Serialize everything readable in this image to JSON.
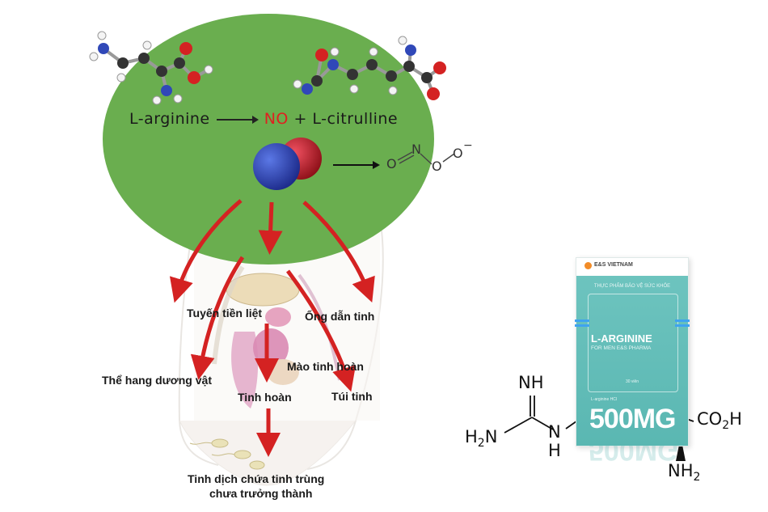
{
  "equation": {
    "left": "L-arginine",
    "middle": "NO",
    "plus": "+",
    "right": "L-citrulline"
  },
  "nitrite": {
    "o1": "O",
    "n": "N",
    "o2": "O",
    "o3": "O",
    "charge": "−"
  },
  "labels": {
    "prostate": "Tuyến tiền liệt",
    "vas_deferens": "Ống dẫn tinh",
    "corpus": "Thể hang dương vật",
    "epididymis": "Mào tinh hoàn",
    "testis": "Tinh hoàn",
    "seminal_vesicle": "Túi tinh",
    "semen_line1": "Tinh dịch chứa tinh trùng",
    "semen_line2": "chưa trưởng thành"
  },
  "structure": {
    "nh": "NH",
    "h2n": "H",
    "h2n_sub": "2",
    "h2n_n": "N",
    "n": "N",
    "h": "H",
    "co2h": "CO",
    "co2h_sub": "2",
    "co2h_h": "H",
    "nh2": "NH",
    "nh2_sub": "2"
  },
  "product": {
    "brand": "E&S VIETNAM",
    "subtitle": "THỰC PHẨM BẢO VỆ SỨC KHỎE",
    "name": "L-ARGININE",
    "name2": "FOR MEN E&S PHARMA",
    "count": "30 viên",
    "small": "L-arginine HCl",
    "dose": "500MG"
  },
  "colors": {
    "circle": "#6aae4f",
    "arrow": "#d42222",
    "nitrogen": "#2a3ea8",
    "oxygen": "#cc1e2a",
    "box": "#5ab7b2"
  }
}
